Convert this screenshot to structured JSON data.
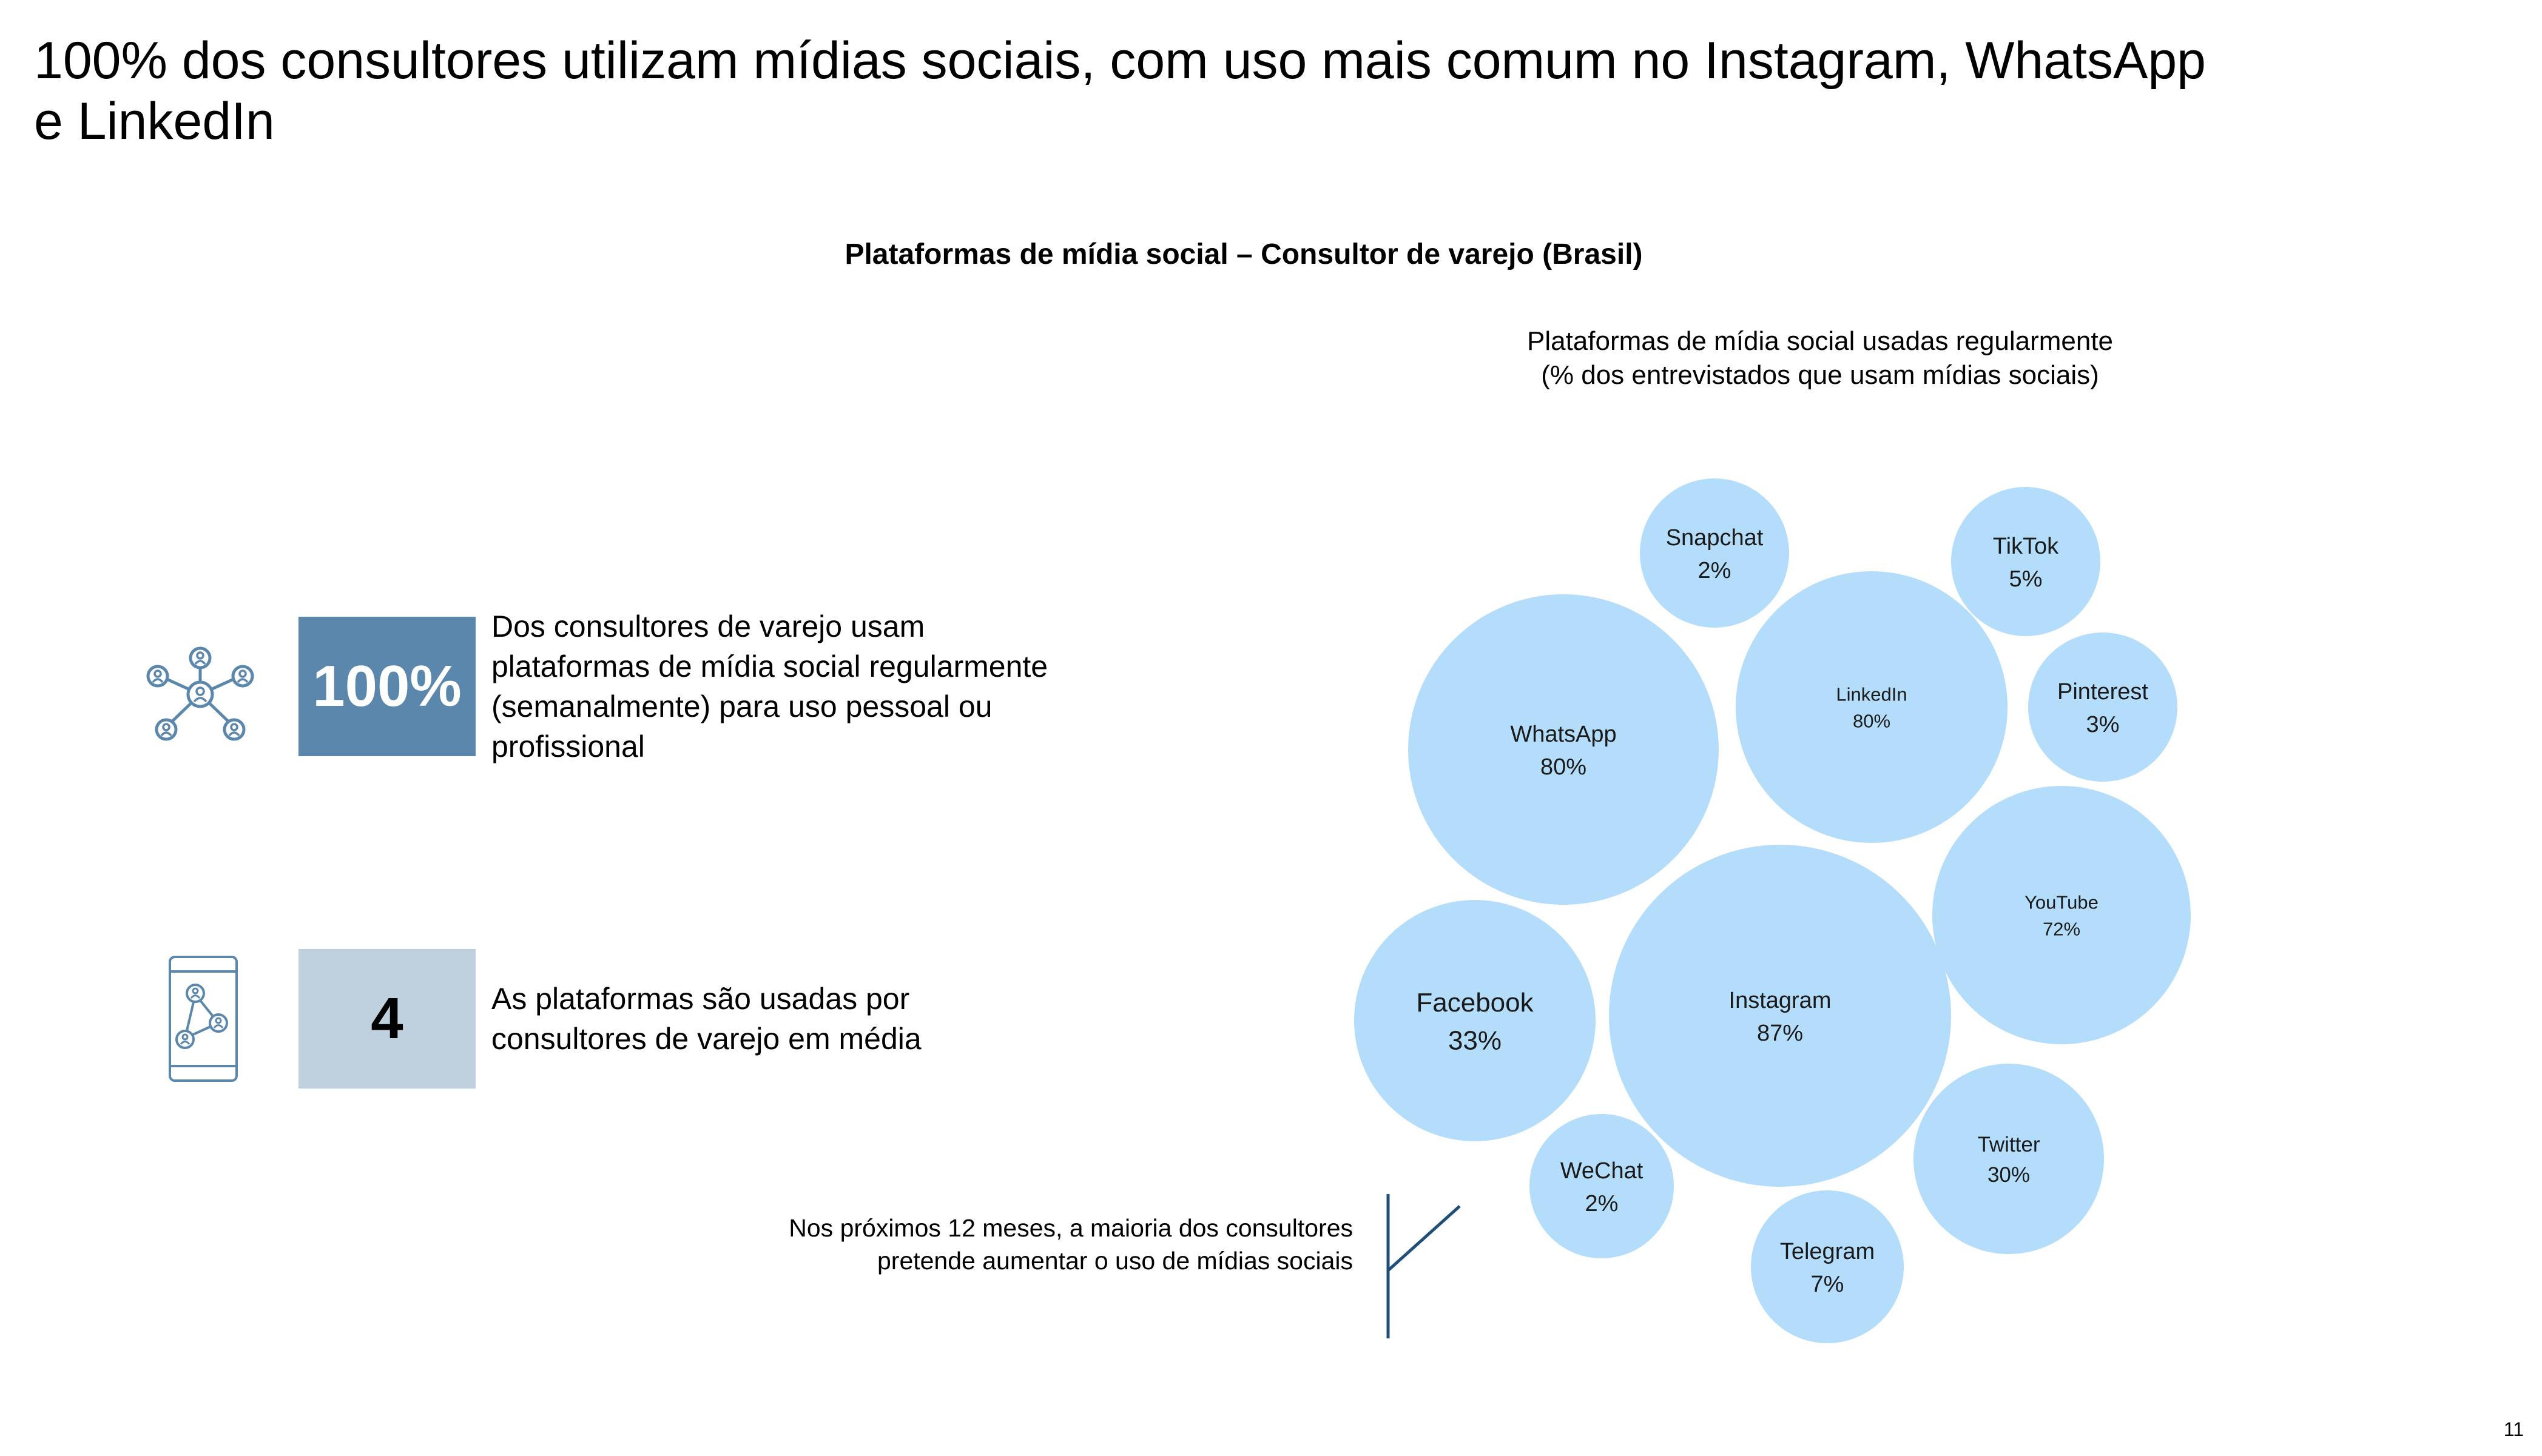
{
  "title": "100% dos consultores utilizam mídias sociais, com uso mais comum no Instagram, WhatsApp e LinkedIn",
  "chart_title": "Plataformas de mídia social – Consultor de varejo (Brasil)",
  "chart_subtitle_1": "Plataformas de mídia social usadas regularmente",
  "chart_subtitle_2": "(% dos entrevistados que usam mídias sociais)",
  "stats": [
    {
      "icon": "network-users-icon",
      "value": "100%",
      "text": "Dos consultores de varejo usam plataformas de mídia social regularmente (semanalmente) para uso pessoal ou profissional",
      "color": "#5b87ad"
    },
    {
      "icon": "smartphone-network-icon",
      "value": "4",
      "text": "As plataformas são usadas por consultores de varejo em média",
      "color": "#bfd0df"
    }
  ],
  "callout": "Nos próximos 12 meses, a maioria dos consultores pretende aumentar o uso de mídias sociais",
  "page_number": "11",
  "colors": {
    "bubble": "#b3ddfa",
    "stat_dark": "#5b87ad",
    "stat_light": "#bfd0df",
    "icon": "#5b87ad",
    "callout_line": "#1f4e79"
  },
  "chart_data": {
    "type": "bubble",
    "title": "Plataformas de mídia social – Consultor de varejo (Brasil)",
    "subtitle": "Plataformas de mídia social usadas regularmente (% dos entrevistados que usam mídias sociais)",
    "unit": "%",
    "points": [
      {
        "name": "Snapchat",
        "value": 2,
        "label": "2%"
      },
      {
        "name": "TikTok",
        "value": 5,
        "label": "5%"
      },
      {
        "name": "WhatsApp",
        "value": 80,
        "label": "80%"
      },
      {
        "name": "LinkedIn",
        "value": 80,
        "label": "80%"
      },
      {
        "name": "Pinterest",
        "value": 3,
        "label": "3%"
      },
      {
        "name": "YouTube",
        "value": 72,
        "label": "72%"
      },
      {
        "name": "Facebook",
        "value": 33,
        "label": "33%"
      },
      {
        "name": "Instagram",
        "value": 87,
        "label": "87%"
      },
      {
        "name": "Twitter",
        "value": 30,
        "label": "30%"
      },
      {
        "name": "WeChat",
        "value": 2,
        "label": "2%"
      },
      {
        "name": "Telegram",
        "value": 7,
        "label": "7%"
      }
    ]
  }
}
